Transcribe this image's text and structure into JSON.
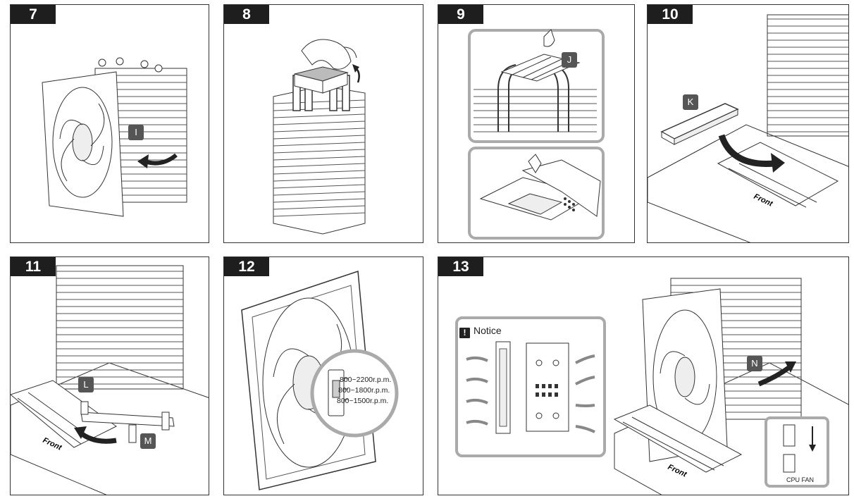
{
  "steps": [
    {
      "number": "7",
      "labels": [
        "I"
      ]
    },
    {
      "number": "8",
      "labels": []
    },
    {
      "number": "9",
      "labels": [
        "J"
      ]
    },
    {
      "number": "10",
      "labels": [
        "K"
      ]
    },
    {
      "number": "11",
      "labels": [
        "L",
        "M"
      ]
    },
    {
      "number": "12",
      "labels": [],
      "fan_speeds": [
        "800~2200r.p.m.",
        "800~1800r.p.m.",
        "800~1500r.p.m."
      ]
    },
    {
      "number": "13",
      "labels": [
        "N"
      ],
      "notice": "Notice",
      "notice_mark": "!",
      "connector_label": "CPU FAN"
    }
  ],
  "board_marking": "Front",
  "colors": {
    "step_badge": "#1e1e1e",
    "label_badge": "#555555",
    "line": "#333333",
    "callout_bg": "#d9d9d9"
  }
}
